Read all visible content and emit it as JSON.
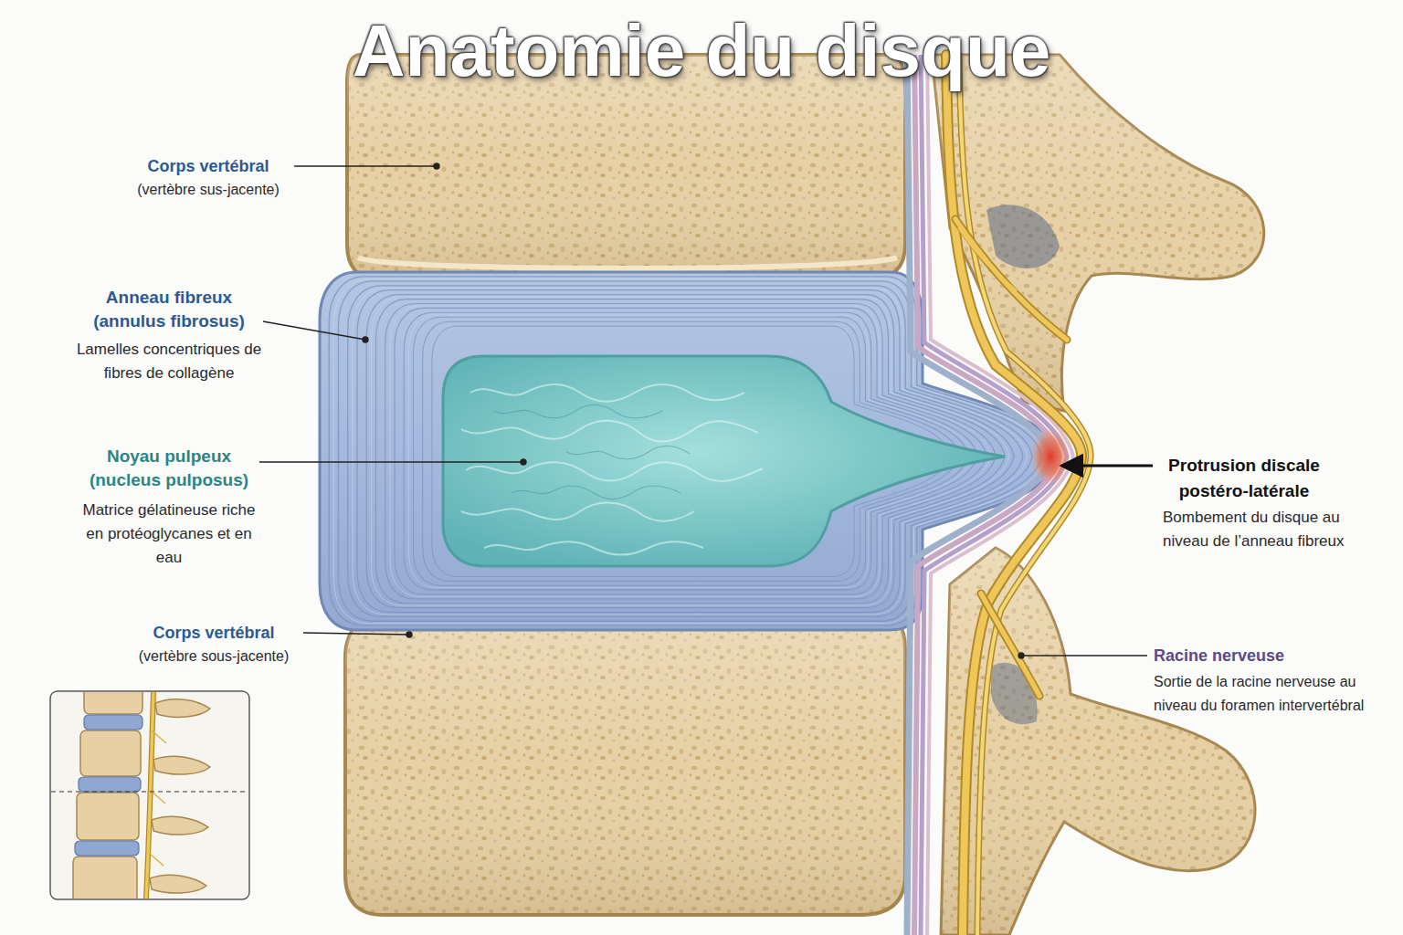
{
  "diagram": {
    "title": "Anatomie du disque",
    "labels": [
      "Corps vertébral",
      "(vertèbre sus-jacente)",
      "Anneau fibreux (annulus fibrosus)",
      "Lamelles concentriques de fibres de collagène",
      "Noyau pulpeux (nucleus pulposus)",
      "Matrice gélatineuse riche en protéoglycanes et en eau",
      "Corps vertébral",
      "(vertèbre sous-jacente)",
      "Protrusion discale postéro-latérale",
      "Bombement du disque au niveau de l’anneau fibreux",
      "Racine nerveuse",
      "Sortie de la racine nerveuse au niveau du foramen intervertébral"
    ]
  }
}
